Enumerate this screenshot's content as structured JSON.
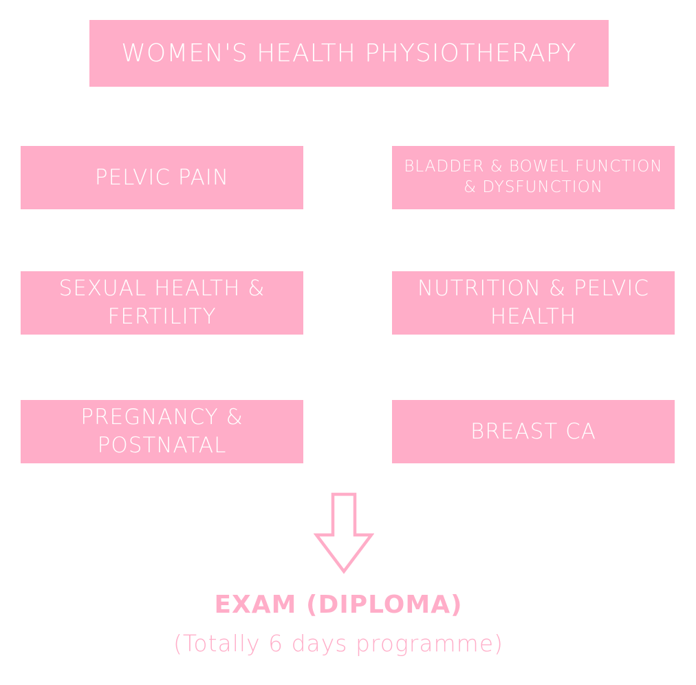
{
  "title": "WOMEN'S HEALTH PHYSIOTHERAPY",
  "modules": [
    "PELVIC PAIN",
    "BLADDER & BOWEL FUNCTION & DYSFUNCTION",
    "SEXUAL HEALTH & FERTILITY",
    "NUTRITION & PELVIC HEALTH",
    "PREGNANCY & POSTNATAL",
    "BREAST CA"
  ],
  "exam": {
    "title": "EXAM (DIPLOMA)",
    "subtitle": "(Totally 6 days programme)"
  },
  "icons": {
    "arrow": "arrow-down-icon"
  },
  "colors": {
    "box_fill": "#ffadc8",
    "box_text": "#ffffff",
    "accent_text": "#ffadc8",
    "arrow_stroke": "#ffadc8"
  }
}
